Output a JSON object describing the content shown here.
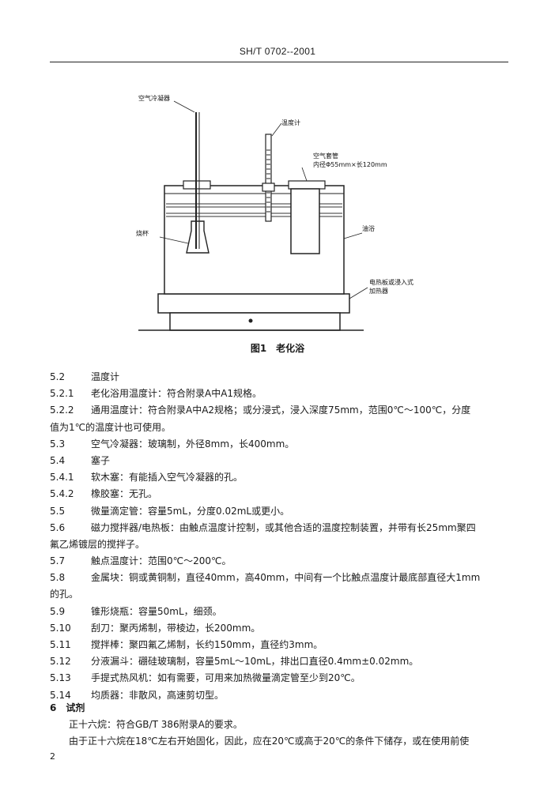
{
  "header": {
    "code": "SH/T 0702--2001"
  },
  "figure": {
    "labels": {
      "condenser": "空气冷凝器",
      "thermometer": "温度计",
      "air_sleeve": "空气套管",
      "sleeve_dims": "内径Φ55mm×长120mm",
      "flask": "烧杯",
      "oil_bath": "油浴",
      "heater_line1": "电热板或浸入式",
      "heater_line2": "加热器"
    },
    "caption": "图1　老化浴"
  },
  "sections": [
    {
      "num": "5.2",
      "text": "温度计"
    },
    {
      "num": "5.2.1",
      "text": "老化浴用温度计：符合附录A中A1规格。"
    },
    {
      "num": "5.2.2",
      "text": "通用温度计：符合附录A中A2规格；或分浸式，浸入深度75mm，范围0℃～100℃，分度"
    },
    {
      "num": "",
      "text": "值为1℃的温度计也可使用。"
    },
    {
      "num": "5.3",
      "text": "空气冷凝器：玻璃制，外径8mm，长400mm。"
    },
    {
      "num": "5.4",
      "text": "塞子"
    },
    {
      "num": "5.4.1",
      "text": "软木塞：有能插入空气冷凝器的孔。"
    },
    {
      "num": "5.4.2",
      "text": "橡胶塞：无孔。"
    },
    {
      "num": "5.5",
      "text": "微量滴定管：容量5mL，分度0.02mL或更小。"
    },
    {
      "num": "5.6",
      "text": "磁力搅拌器/电热板：由触点温度计控制，或其他合适的温度控制装置，并带有长25mm聚四"
    },
    {
      "num": "",
      "text": "氟乙烯镀层的搅拌子。"
    },
    {
      "num": "5.7",
      "text": "触点温度计：范围0℃～200℃。"
    },
    {
      "num": "5.8",
      "text": "金属块：铜或黄铜制，直径40mm，高40mm，中间有一个比触点温度计最底部直径大1mm"
    },
    {
      "num": "",
      "text": "的孔。"
    },
    {
      "num": "5.9",
      "text": "锥形烧瓶：容量50mL，细颈。"
    },
    {
      "num": "5.10",
      "text": "刮刀：聚丙烯制，带棱边，长200mm。"
    },
    {
      "num": "5.11",
      "text": "搅拌棒：聚四氟乙烯制，长约150mm，直径约3mm。"
    },
    {
      "num": "5.12",
      "text": "分液漏斗：硼硅玻璃制，容量5mL～10mL，排出口直径0.4mm±0.02mm。"
    },
    {
      "num": "5.13",
      "text": "手提式热风机：如有需要，可用来加热微量滴定管至少到20℃。"
    },
    {
      "num": "5.14",
      "text": "均质器：非散风，高速剪切型。"
    }
  ],
  "section6": {
    "heading": "6　试剂",
    "para1": "正十六烷：符合GB/T 386附录A的要求。",
    "para2": "由于正十六烷在18℃左右开始固化，因此，应在20℃或高于20℃的条件下储存，或在使用前使"
  },
  "page_number": "2"
}
